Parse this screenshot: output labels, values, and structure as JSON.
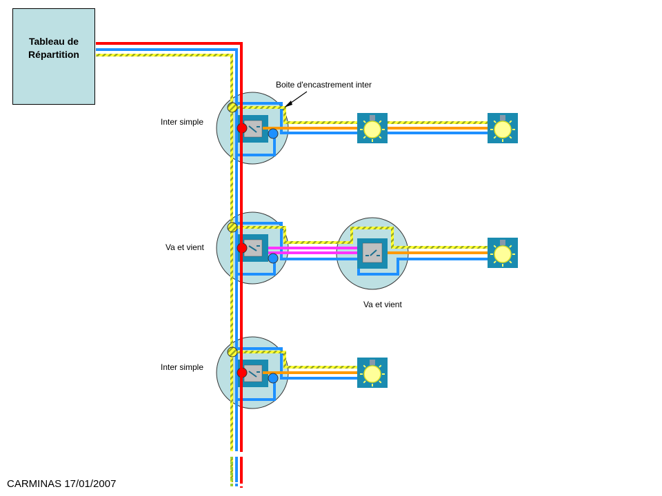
{
  "diagram": {
    "panel": {
      "line1": "Tableau de",
      "line2": "Répartition"
    },
    "annotation": "Boite d'encastrement inter",
    "circuits": [
      {
        "label": "Inter simple",
        "type": "single-switch",
        "lamps": 2
      },
      {
        "label": "Va et vient",
        "type": "two-way-switch",
        "lamps": 1,
        "second_switch_label": "Va et vient"
      },
      {
        "label": "Inter simple",
        "type": "single-switch",
        "lamps": 1
      }
    ],
    "footer": "CARMINAS 17/01/2007",
    "wire_colors": {
      "phase": "#ff0000",
      "neutral": "#1e90ff",
      "earth_base": "#ffff33",
      "earth_stripe": "#99cc33",
      "return": "#ff9900",
      "traveller": "#ff33ff"
    },
    "component_colors": {
      "box_fill": "#bde0e3",
      "switch_outer": "#1a8bb0",
      "switch_inner": "#c0c0c0",
      "lamp_tile": "#1a8bb0",
      "lamp_bulb": "#ffff99"
    }
  }
}
